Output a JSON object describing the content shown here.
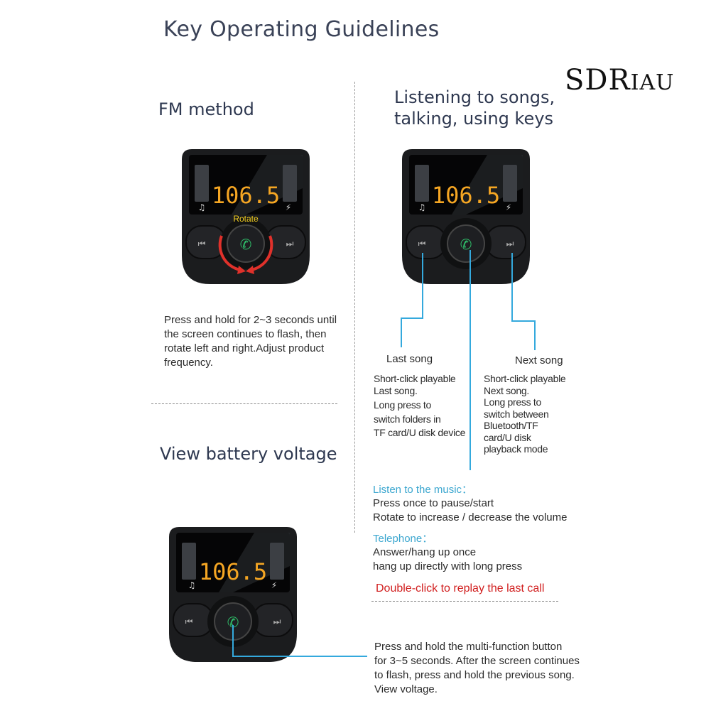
{
  "header": {
    "title": "Key Operating Guidelines",
    "brand_main": "SDR",
    "brand_rest": "IAU"
  },
  "fm_section": {
    "title": "FM method",
    "display": "106.5",
    "rotate_label": "Rotate",
    "lines": [
      "Press and hold for 2~3 seconds until",
      "the screen continues to flash, then",
      "rotate left and right.Adjust product",
      "frequency."
    ]
  },
  "keys_section": {
    "title_line1": "Listening to songs,",
    "title_line2": "talking, using keys",
    "display": "106.5",
    "last_song": {
      "label": "Last song",
      "lines": [
        "Short-click playable",
        "Last song.",
        "Long press to",
        "switch folders in",
        "TF card/U disk device"
      ]
    },
    "next_song": {
      "label": "Next song",
      "lines": [
        "Short-click playable",
        "Next song.",
        "Long press to",
        "switch between",
        "Bluetooth/TF",
        "card/U disk",
        "playback mode"
      ]
    },
    "music": {
      "label": "Listen to the music：",
      "lines": [
        "Press once to pause/start",
        "Rotate to increase / decrease the volume"
      ]
    },
    "phone": {
      "label": "Telephone：",
      "lines": [
        "Answer/hang up once",
        "hang up directly with long press"
      ]
    },
    "double_click": "Double-click to replay the last call"
  },
  "battery_section": {
    "title": "View battery voltage",
    "display": "106.5",
    "lines": [
      "Press and hold the multi-function button",
      "for 3~5 seconds. After the screen continues",
      "to flash, press and hold the previous song.",
      "View voltage."
    ]
  },
  "colors": {
    "accent_blue": "#34a9dd",
    "display_orange": "#f5a623",
    "rotate_red": "#e0312b",
    "phone_green": "#2fbf6a",
    "warning_red": "#d11f1f"
  }
}
